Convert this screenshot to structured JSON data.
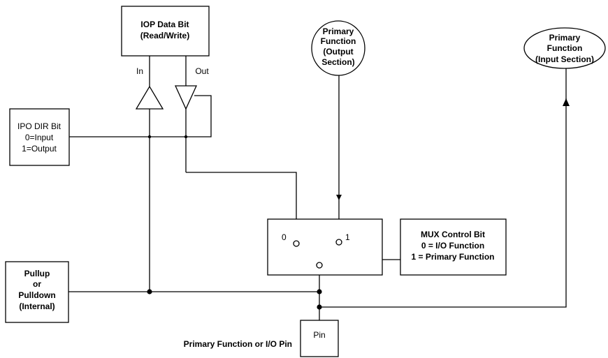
{
  "iop_data_bit": {
    "line1": "IOP Data Bit",
    "line2": "(Read/Write)"
  },
  "buffer_labels": {
    "in": "In",
    "out": "Out"
  },
  "ipo_dir_bit": {
    "line1": "IPO DIR Bit",
    "line2": "0=Input",
    "line3": "1=Output"
  },
  "primary_output": {
    "line1": "Primary",
    "line2": "Function",
    "line3": "(Output",
    "line4": "Section)"
  },
  "primary_input": {
    "line1": "Primary",
    "line2": "Function",
    "line3": "(Input Section)"
  },
  "mux": {
    "input0": "0",
    "input1": "1"
  },
  "mux_control_bit": {
    "line1": "MUX Control Bit",
    "line2": "0 = I/O Function",
    "line3": "1 = Primary Function"
  },
  "pullup": {
    "line1": "Pullup",
    "line2": "or",
    "line3": "Pulldown",
    "line4": "(Internal)"
  },
  "pin": {
    "label": "Pin",
    "caption": "Primary Function or I/O Pin"
  }
}
